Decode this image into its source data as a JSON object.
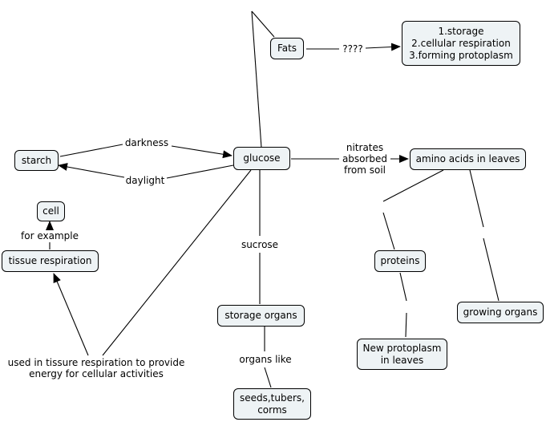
{
  "nodes": {
    "fats": "Fats",
    "fats_uses": "1.storage\n2.cellular respiration\n3.forming protoplasm",
    "starch": "starch",
    "glucose": "glucose",
    "amino_acids": "amino acids in leaves",
    "cell": "cell",
    "tissue_respiration": "tissue respiration",
    "proteins": "proteins",
    "growing_organs": "growing organs",
    "storage_organs": "storage organs",
    "new_protoplasm": "New protoplasm\nin leaves",
    "seeds": "seeds,tubers,\ncorms"
  },
  "links": {
    "unknown": "????",
    "darkness": "darkness",
    "daylight": "daylight",
    "nitrates": "nitrates\nabsorbed\nfrom soil",
    "for_example": "for example",
    "sucrose": "sucrose",
    "organs_like": "organs like",
    "energy": "used in tissure respiration to provide\nenergy for cellular activities"
  },
  "colors": {
    "node_fill": "#eef3f5",
    "line": "#000000"
  }
}
